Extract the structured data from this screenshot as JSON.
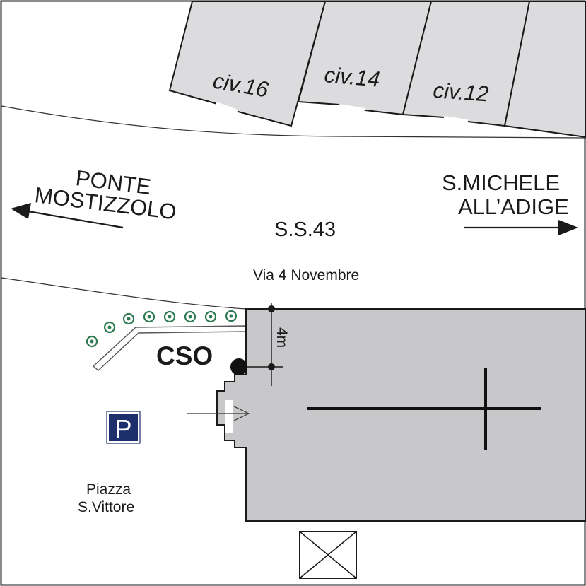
{
  "map": {
    "houses": [
      {
        "label": "civ.16"
      },
      {
        "label": "civ.14"
      },
      {
        "label": "civ.12"
      }
    ],
    "directions": {
      "left": {
        "line1": "PONTE",
        "line2": "MOSTIZZOLO"
      },
      "right": {
        "line1": "S.MICHELE",
        "line2": "ALL’ADIGE"
      }
    },
    "road_name": "S.S.43",
    "street_name": "Via 4 Novembre",
    "marker_label": "CSO",
    "distance_label": "4m",
    "parking_symbol": "P",
    "square": {
      "line1": "Piazza",
      "line2": "S.Vittore"
    },
    "colors": {
      "building_fill": "#c8c8ca",
      "house_fill": "#dcdcde",
      "hedge": "#2e7a52",
      "parking_bg": "#1d2f6b"
    },
    "icons": [
      "arrow-left-icon",
      "arrow-right-icon",
      "parking-icon",
      "church-cross-icon",
      "crossed-box-icon",
      "bush-icon",
      "cso-marker-icon"
    ]
  }
}
